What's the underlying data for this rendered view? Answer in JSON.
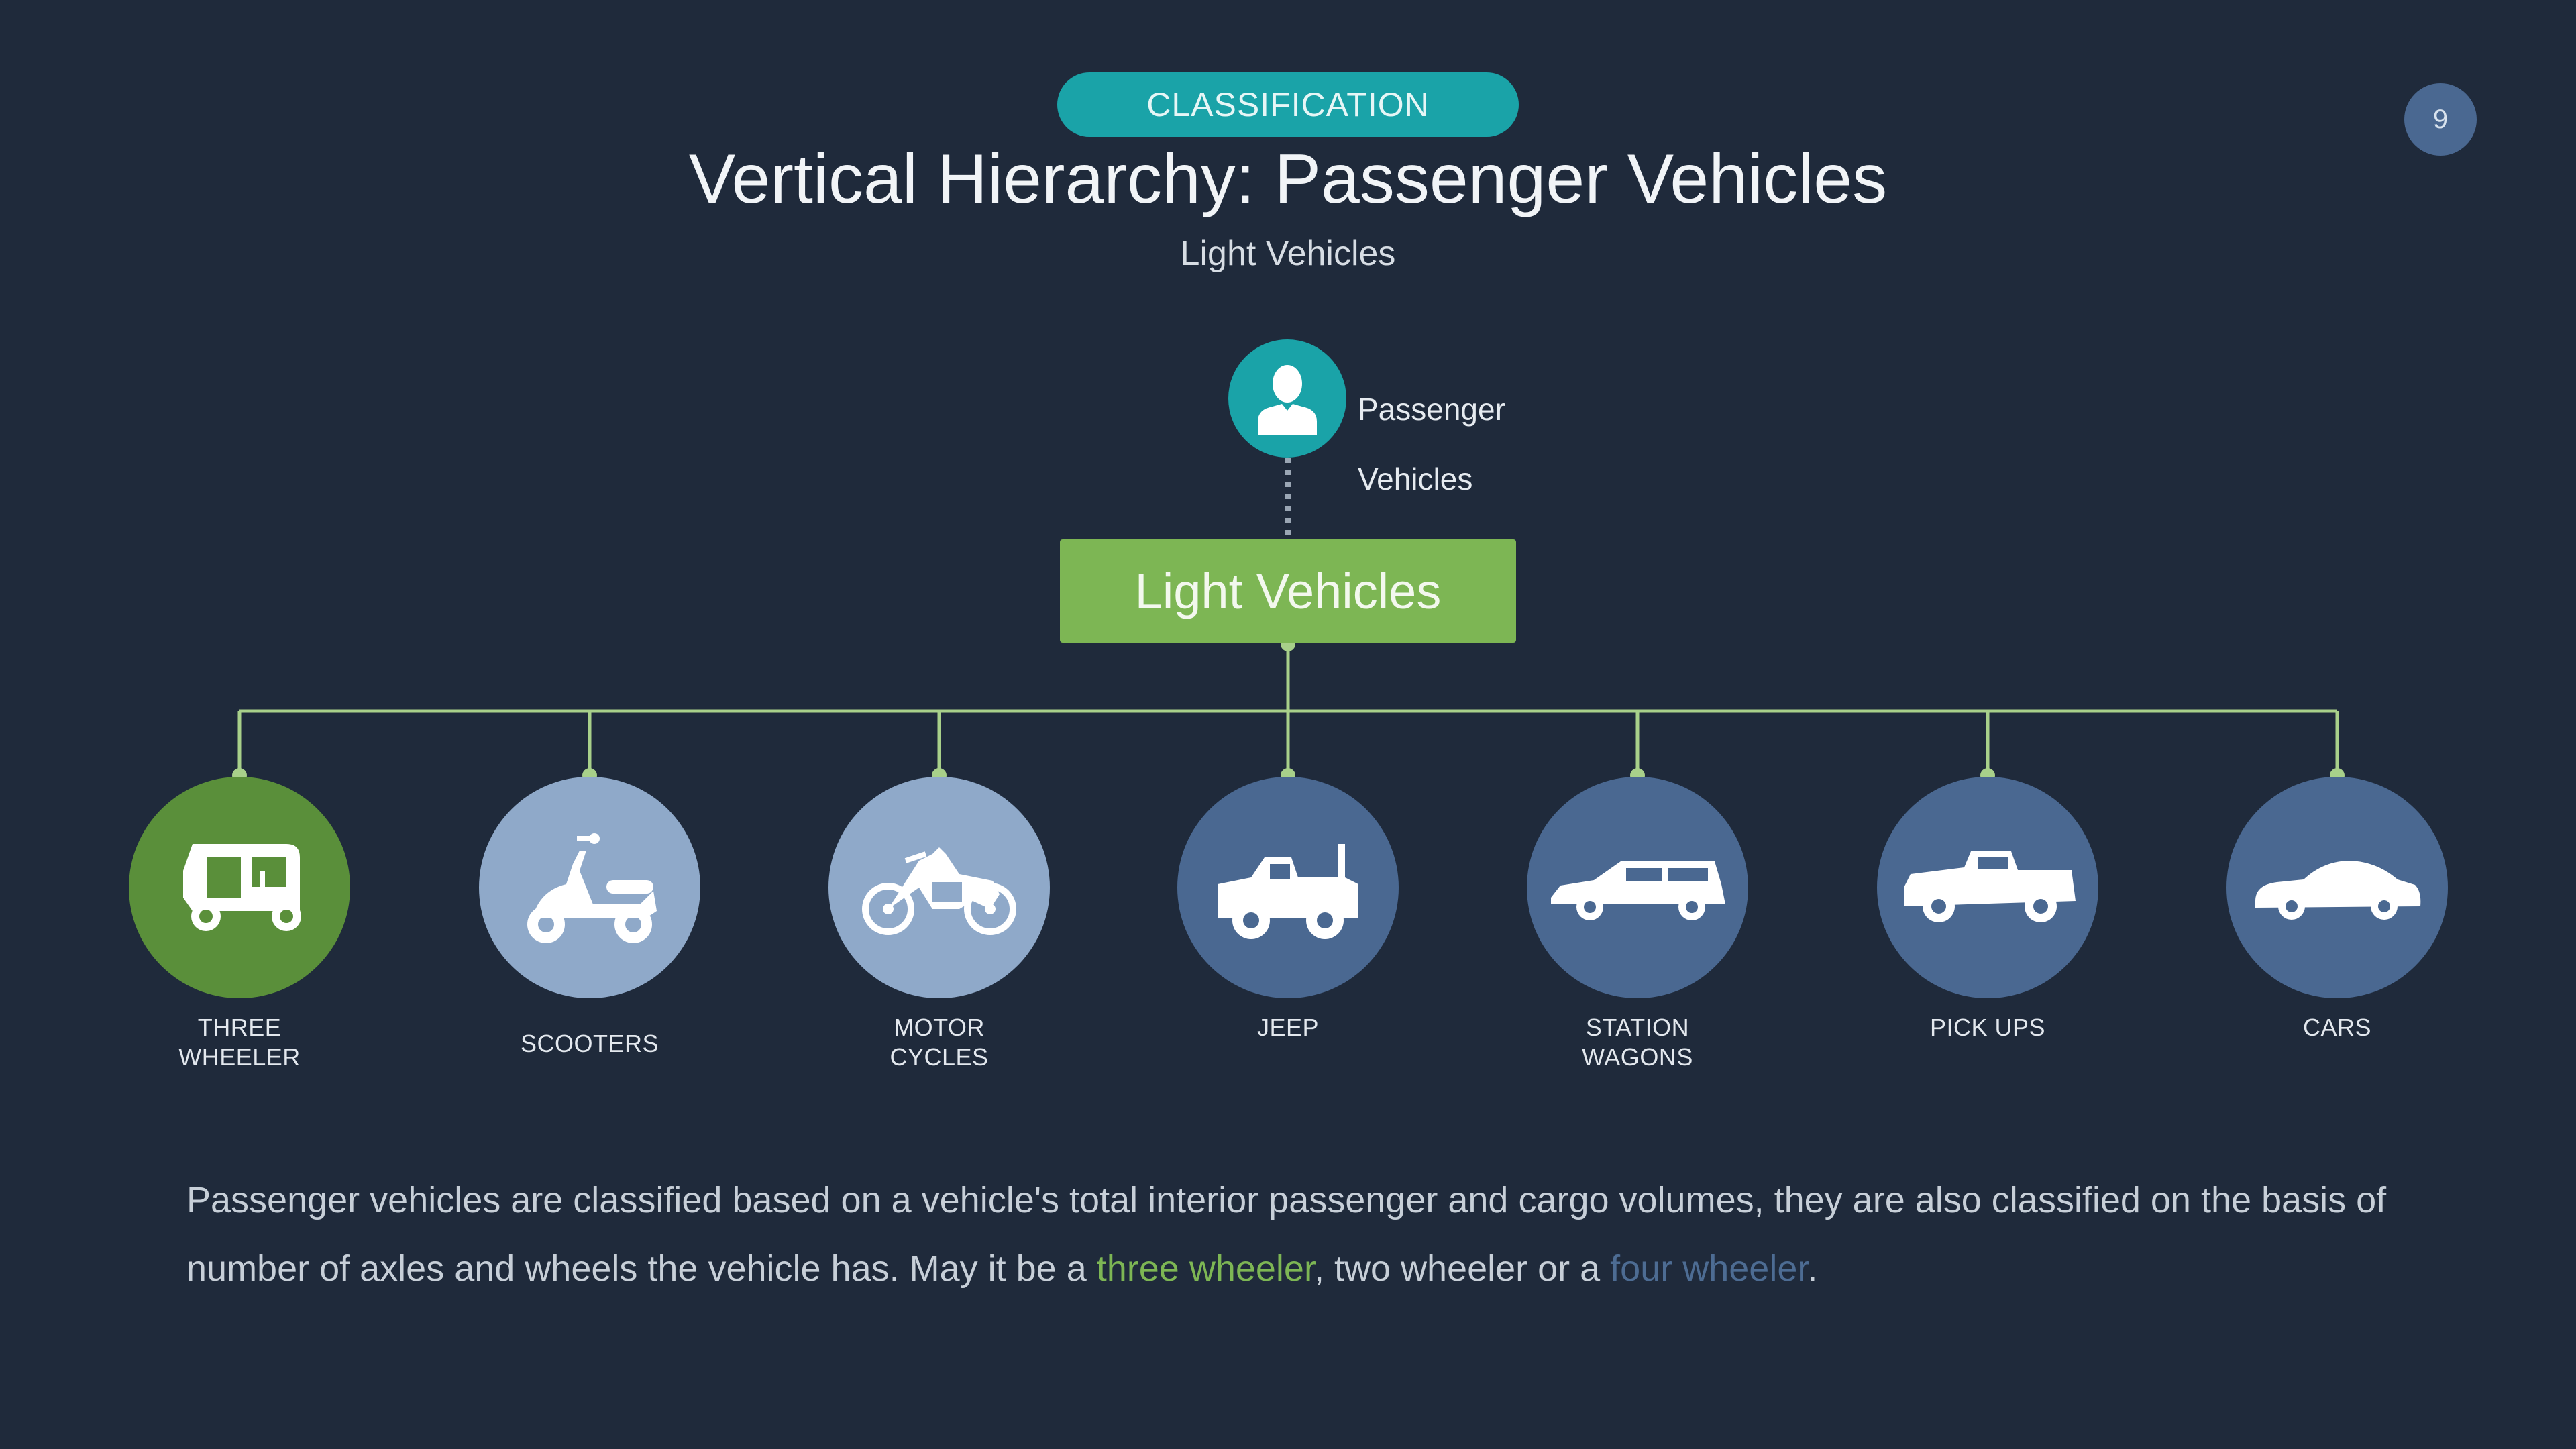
{
  "header": {
    "pill_label": "CLASSIFICATION",
    "title": "Vertical Hierarchy: Passenger Vehicles",
    "subtitle": "Light Vehicles",
    "page_number": "9"
  },
  "root": {
    "icon": "person-icon",
    "label_line1": "Passenger",
    "label_line2": "Vehicles"
  },
  "category": {
    "label": "Light Vehicles"
  },
  "colors": {
    "background": "#1f2a3b",
    "teal": "#1aa3a8",
    "green": "#7db654",
    "dark_green": "#5a8f3a",
    "light_blue": "#8fa9c9",
    "mid_blue": "#4a6891",
    "connector": "#a8d08a"
  },
  "nodes": [
    {
      "line1": "THREE",
      "line2": "WHEELER",
      "icon": "auto-rickshaw-icon",
      "color": "#5a8f3a"
    },
    {
      "line1": "SCOOTERS",
      "line2": "",
      "icon": "scooter-icon",
      "color": "#8fa9c9"
    },
    {
      "line1": "MOTOR",
      "line2": "CYCLES",
      "icon": "motorcycle-icon",
      "color": "#8fa9c9"
    },
    {
      "line1": "JEEP",
      "line2": "",
      "icon": "jeep-icon",
      "color": "#4a6891"
    },
    {
      "line1": "STATION",
      "line2": "WAGONS",
      "icon": "station-wagon-icon",
      "color": "#4a6891"
    },
    {
      "line1": "PICK UPS",
      "line2": "",
      "icon": "pickup-truck-icon",
      "color": "#4a6891"
    },
    {
      "line1": "CARS",
      "line2": "",
      "icon": "car-icon",
      "color": "#4a6891"
    }
  ],
  "description": {
    "part1": "Passenger vehicles are classified based on a vehicle's total interior passenger and cargo volumes, they are also classified on the basis of number of axles and wheels the vehicle has. May it be a ",
    "highlight1": "three wheeler",
    "part2": ", two wheeler or a ",
    "highlight2": "four wheeler",
    "part3": "."
  }
}
